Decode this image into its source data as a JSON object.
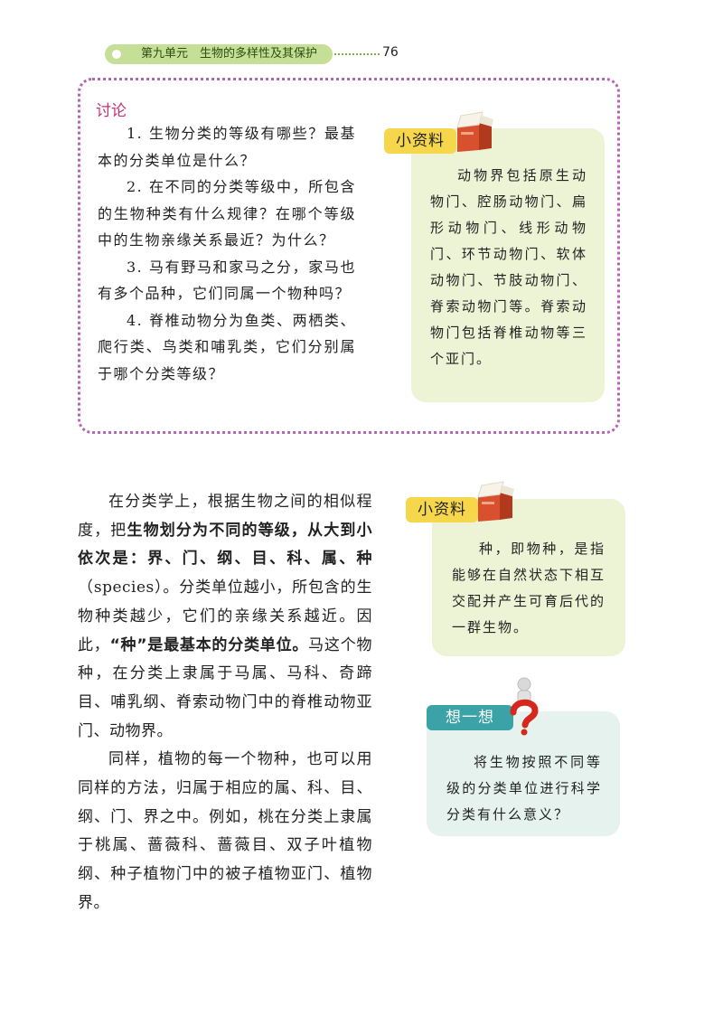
{
  "header": {
    "chapter": "第九单元　生物的多样性及其保护",
    "page_number": "76"
  },
  "discussion": {
    "title": "讨论",
    "questions": [
      "1. 生物分类的等级有哪些？最基本的分类单位是什么？",
      "2. 在不同的分类等级中，所包含的生物种类有什么规律？在哪个等级中的生物亲缘关系最近？为什么？",
      "3. 马有野马和家马之分，家马也有多个品种，它们同属一个物种吗？",
      "4. 脊椎动物分为鱼类、两栖类、爬行类、鸟类和哺乳类，它们分别属于哪个分类等级？"
    ]
  },
  "sidebar": {
    "info1": {
      "tag": "小资料",
      "text": "动物界包括原生动物门、腔肠动物门、扁形动物门、线形动物门、环节动物门、软体动物门、节肢动物门、脊索动物门等。脊索动物门包括脊椎动物等三个亚门。"
    },
    "info2": {
      "tag": "小资料",
      "text": "种，即物种，是指能够在自然状态下相互交配并产生可育后代的一群生物。"
    },
    "think": {
      "tag": "想一想",
      "text": "将生物按照不同等级的分类单位进行科学分类有什么意义？"
    }
  },
  "body": {
    "p1_a": "在分类学上，根据生物之间的相似程度，把",
    "p1_b": "生物划分为不同的等级，从大到小依次是：界、门、纲、目、科、属、种",
    "p1_c": "（species）。分类单位越小，所包含的生物种类越少，它们的亲缘关系越近。因此，",
    "p1_d": "“种”是最基本的分类单位。",
    "p1_e": "马这个物种，在分类上隶属于马属、马科、奇蹄目、哺乳纲、脊索动物门中的脊椎动物亚门、动物界。",
    "p2": "同样，植物的每一个物种，也可以用同样的方法，归属于相应的属、科、目、纲、门、界之中。例如，桃在分类上隶属于桃属、蔷薇科、蔷薇目、双子叶植物纲、种子植物门中的被子植物亚门、植物界。"
  },
  "colors": {
    "header_green": "#c6df96",
    "discussion_border": "#b366b3",
    "discussion_title": "#c4317b",
    "card_bg": "#edf4d6",
    "think_bg": "#e6f2ee",
    "tag_yellow": "#f6d64a",
    "tag_teal": "#3ba3a8"
  },
  "icons": [
    "open-box-icon",
    "open-box-icon",
    "question-figure-icon"
  ]
}
